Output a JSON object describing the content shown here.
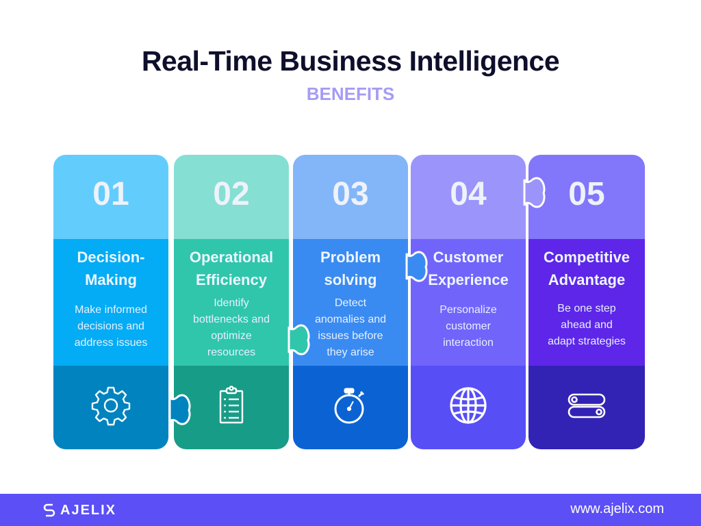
{
  "header": {
    "title": "Real-Time Business Intelligence",
    "subtitle": "BENEFITS"
  },
  "colors": {
    "title": "#0d0f2b",
    "subtitle": "#a59cf5",
    "footer_bg": "#5b4ff5"
  },
  "steps": [
    {
      "number": "01",
      "heading": "Decision-Making",
      "heading_lines": [
        "Decision-",
        "Making"
      ],
      "description": "Make informed decisions and address issues",
      "description_lines": [
        "Make informed",
        "decisions and",
        "address issues"
      ],
      "icon": "gear-icon",
      "colors": {
        "top": "#62cdfd",
        "mid": "#03acf4",
        "bottom": "#0083be"
      }
    },
    {
      "number": "02",
      "heading": "Operational Efficiency",
      "heading_lines": [
        "Operational",
        "Efficiency"
      ],
      "description": "Identify bottlenecks and optimize resources",
      "description_lines": [
        "Identify",
        "bottlenecks and",
        "optimize",
        "resources"
      ],
      "icon": "clipboard-icon",
      "colors": {
        "top": "#85dfd2",
        "mid": "#2fc6ac",
        "bottom": "#179c87"
      }
    },
    {
      "number": "03",
      "heading": "Problem solving",
      "heading_lines": [
        "Problem",
        "solving"
      ],
      "description": "Detect anomalies and issues before they arise",
      "description_lines": [
        "Detect",
        "anomalies and",
        "issues before",
        "they arise"
      ],
      "icon": "stopwatch-icon",
      "colors": {
        "top": "#83b5f9",
        "mid": "#3a8bf1",
        "bottom": "#0b63d3"
      }
    },
    {
      "number": "04",
      "heading": "Customer Experience",
      "heading_lines": [
        "Customer",
        "Experience"
      ],
      "description": "Personalize customer interaction",
      "description_lines": [
        "Personalize",
        "customer",
        "interaction"
      ],
      "icon": "globe-icon",
      "colors": {
        "top": "#9b94fb",
        "mid": "#7164fb",
        "bottom": "#574ef6"
      }
    },
    {
      "number": "05",
      "heading": "Competitive Advantage",
      "heading_lines": [
        "Competitive",
        "Advantage"
      ],
      "description": "Be one step ahead and adapt strategies",
      "description_lines": [
        "Be one step",
        "ahead and",
        "adapt strategies"
      ],
      "icon": "toggles-icon",
      "colors": {
        "top": "#8276fa",
        "mid": "#5e26e8",
        "bottom": "#3223b5"
      }
    }
  ],
  "footer": {
    "brand": "AJELIX",
    "website": "www.ajelix.com"
  }
}
